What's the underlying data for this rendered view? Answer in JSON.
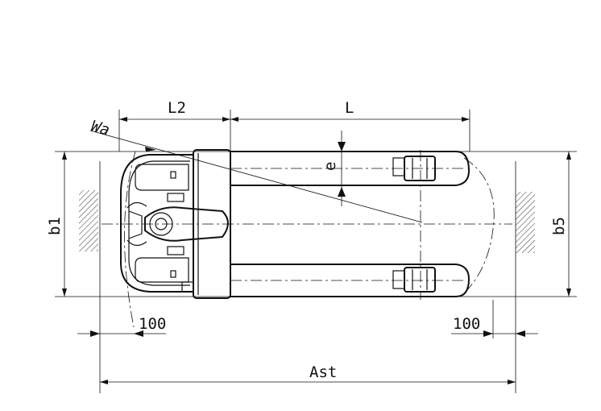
{
  "dimensions": {
    "L2": "L2",
    "L": "L",
    "Wa": "Wa",
    "e": "e",
    "b1": "b1",
    "b5": "b5",
    "clearance_left": "100",
    "clearance_right": "100",
    "Ast": "Ast"
  }
}
